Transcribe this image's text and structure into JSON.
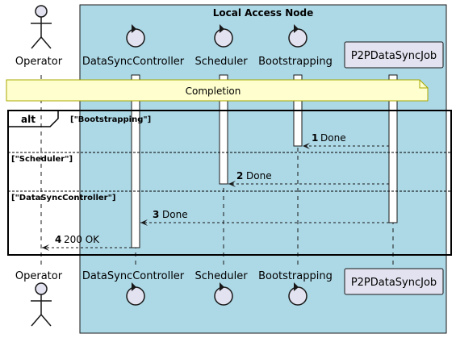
{
  "colors": {
    "box_fill": "#add8e6",
    "participant_fill": "#e2e2f0",
    "participant_stroke": "#181818",
    "note_fill": "#fefece",
    "note_stroke": "#a8a800"
  },
  "box": {
    "title": "Local Access Node"
  },
  "participants": {
    "operator": {
      "label": "Operator",
      "icon": "actor-icon"
    },
    "datasync": {
      "label": "DataSyncController",
      "icon": "control-icon"
    },
    "scheduler": {
      "label": "Scheduler",
      "icon": "control-icon"
    },
    "bootstrapping": {
      "label": "Bootstrapping",
      "icon": "control-icon"
    },
    "p2pjob": {
      "label": "P2PDataSyncJob",
      "icon": "participant-box"
    }
  },
  "note": {
    "text": "Completion"
  },
  "alt": {
    "keyword": "alt",
    "guards": [
      "[\"Bootstrapping\"]",
      "[\"Scheduler\"]",
      "[\"DataSyncController\"]"
    ]
  },
  "messages": [
    {
      "num": "1",
      "text": "Done"
    },
    {
      "num": "2",
      "text": "Done"
    },
    {
      "num": "3",
      "text": "Done"
    },
    {
      "num": "4",
      "text": "200 OK"
    }
  ]
}
